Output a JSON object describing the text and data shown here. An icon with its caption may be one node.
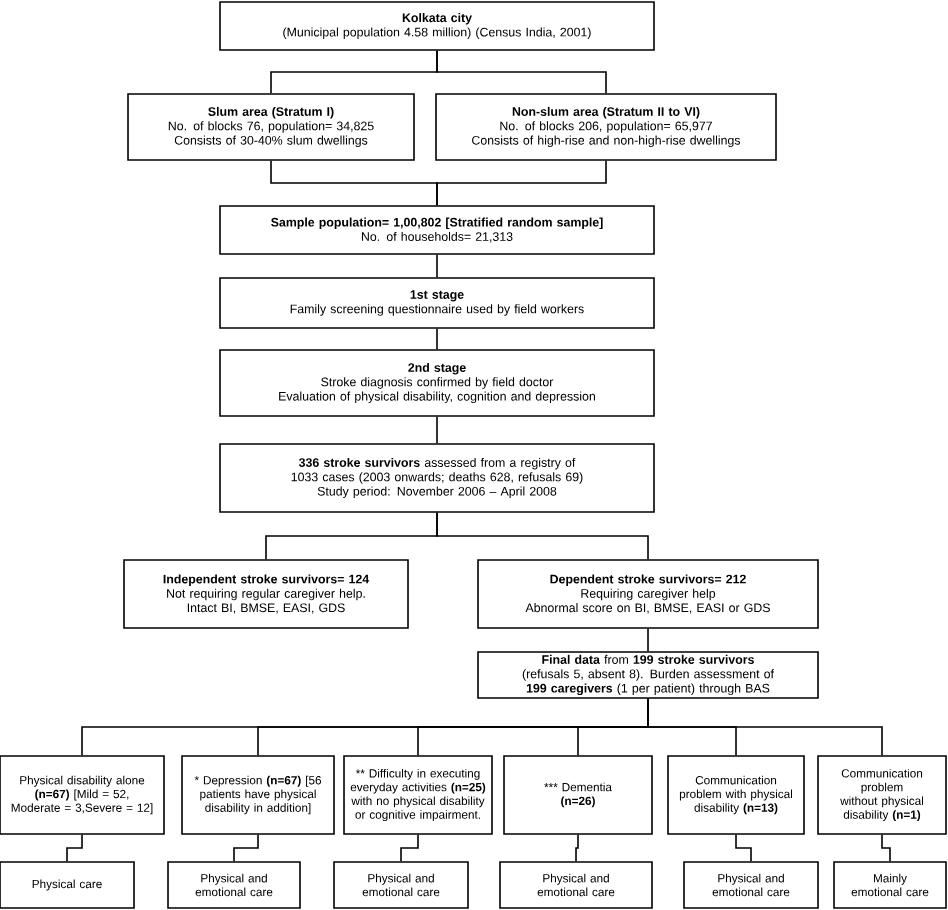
{
  "diagram": {
    "nodes": [
      {
        "text": [
          "Kolkata city",
          "(Municipal population 4.58 million) (Census India, 2001)"
        ]
      },
      {
        "text": [
          "Slum area (Stratum I)",
          "No. of blocks 76, population= 34,825",
          "Consists of 30-40% slum dwellings"
        ]
      },
      {
        "text": [
          "Non-slum area (Stratum II to VI)",
          "No. of blocks 206, population= 65,977",
          "Consists of high-rise and non-high-rise dwellings"
        ]
      },
      {
        "text": [
          "Sample population= 1,00,802 [Stratified random sample]",
          "No. of households= 21,313"
        ]
      },
      {
        "text": [
          "1st stage",
          "Family screening questionnaire used by field workers"
        ]
      },
      {
        "text": [
          "2nd stage",
          "Stroke diagnosis confirmed by field doctor",
          "Evaluation of physical disability, cognition and depression"
        ]
      },
      {
        "text": [
          "**336 stroke survivors** assessed from a registry of 1033 cases (2003 onwards; deaths 628, refusals 69)",
          "Study period: November 2006 – April 2008"
        ]
      },
      {
        "text": [
          "Independent stroke survivors= 124",
          "Not requiring regular caregiver help.",
          "Intact BI, BMSE, EASI, GDS"
        ]
      },
      {
        "text": [
          "Dependent stroke survivors= 212",
          "Requiring caregiver help",
          "Abnormal score on BI, BMSE, EASI or GDS"
        ]
      },
      {
        "text": [
          "**Final data** from **199 stroke survivors** (refusals 5, absent 8). Burden assessment of **199 caregivers** (1 per patient) through BAS"
        ]
      },
      {
        "text": [
          "Physical disability alone **(n=67)** [Mild = 52, Moderate = 3,Severe = 12]"
        ]
      },
      {
        "text": [
          "* Depression **(n=67)** [56 patients have physical disability in addition]"
        ]
      },
      {
        "text": [
          "** Difficulty in executing everyday activities **(n=25)** with no physical disability or cognitive impairment."
        ]
      },
      {
        "text": [
          "*** Dementia",
          "(n=26)"
        ]
      },
      {
        "text": [
          "Communication problem with physical disability **(n=13)**"
        ]
      },
      {
        "text": [
          "Communication problem without physical disability **(n=1)**"
        ]
      },
      {
        "text": [
          "Physical care"
        ]
      },
      {
        "text": [
          "Physical and emotional care"
        ]
      },
      {
        "text": [
          "Physical and emotional care"
        ]
      },
      {
        "text": [
          "Physical and emotional care"
        ]
      },
      {
        "text": [
          "Physical and emotional care"
        ]
      },
      {
        "text": [
          "Mainly emotional care"
        ]
      }
    ],
    "edges": [
      {
        "from": 0,
        "to": 1,
        "arrow": "none"
      },
      {
        "from": 0,
        "to": 2,
        "arrow": "none"
      },
      {
        "from": 1,
        "to": 3,
        "arrow": "none"
      },
      {
        "from": 2,
        "to": 3,
        "arrow": "none"
      },
      {
        "from": 3,
        "to": 4,
        "arrow": "none"
      },
      {
        "from": 4,
        "to": 5,
        "arrow": "none"
      },
      {
        "from": 5,
        "to": 6,
        "arrow": "none"
      },
      {
        "from": 6,
        "to": 7,
        "arrow": "none"
      },
      {
        "from": 6,
        "to": 8,
        "arrow": "none"
      },
      {
        "from": 8,
        "to": 9,
        "arrow": "none"
      },
      {
        "from": 9,
        "to": 10,
        "arrow": "none"
      },
      {
        "from": 9,
        "to": 11,
        "arrow": "none"
      },
      {
        "from": 9,
        "to": 12,
        "arrow": "none"
      },
      {
        "from": 9,
        "to": 13,
        "arrow": "none"
      },
      {
        "from": 9,
        "to": 14,
        "arrow": "none"
      },
      {
        "from": 9,
        "to": 15,
        "arrow": "none"
      },
      {
        "from": 10,
        "to": 16,
        "arrow": "none"
      },
      {
        "from": 11,
        "to": 17,
        "arrow": "none"
      },
      {
        "from": 12,
        "to": 18,
        "arrow": "none"
      },
      {
        "from": 13,
        "to": 19,
        "arrow": "none"
      },
      {
        "from": 14,
        "to": 20,
        "arrow": "none"
      },
      {
        "from": 15,
        "to": 21,
        "arrow": "none"
      }
    ]
  }
}
